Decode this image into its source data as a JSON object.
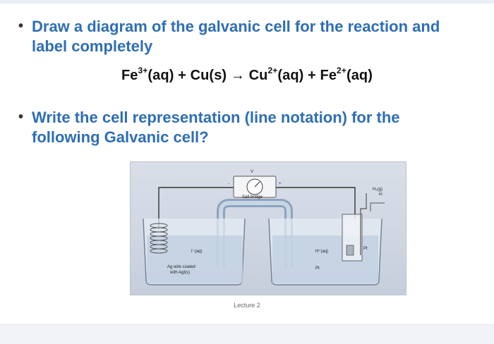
{
  "slide": {
    "bullet1": {
      "line1": "Draw a diagram of the galvanic cell for the reaction and",
      "line2": "label completely"
    },
    "equation": {
      "fe": "Fe",
      "fe3_charge": "3+",
      "part1": "(aq) + Cu(s) → Cu",
      "cu_charge": "2+",
      "part2": "(aq) + Fe",
      "fe2_charge": "2+",
      "part3": "(aq)"
    },
    "bullet2": {
      "line1": "Write the cell representation (line notation) for the",
      "line2": "following Galvanic cell?"
    },
    "figure": {
      "voltmeter_label": "V",
      "salt_bridge_label": "Salt bridge",
      "h2_label": "H₂(g)",
      "h2_sub": "in",
      "left_solution_label": "I⁻(aq)",
      "right_solution_label": "H⁺(aq)",
      "pt_top_label": "Pt",
      "pt_bottom_label": "Pt",
      "electrode_label_line1": "Ag wire coated",
      "electrode_label_line2": "with AgI(s)"
    },
    "footer": "Lecture 2"
  },
  "colors": {
    "heading_blue": "#2e6eb5",
    "equation_text": "#111111"
  }
}
